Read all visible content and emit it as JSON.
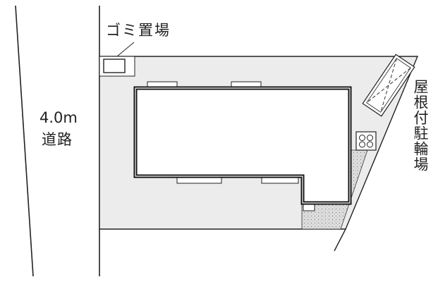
{
  "road": {
    "width_label": "4.0m",
    "name_label": "道路"
  },
  "garbage_area": {
    "label": "ゴミ置場"
  },
  "bike_parking": {
    "label": "屋根付駐輪場"
  },
  "colors": {
    "lot_fill": "#ececec",
    "building_fill": "#ffffff",
    "line": "#222222",
    "dotted_area": "#dcdcdc"
  }
}
